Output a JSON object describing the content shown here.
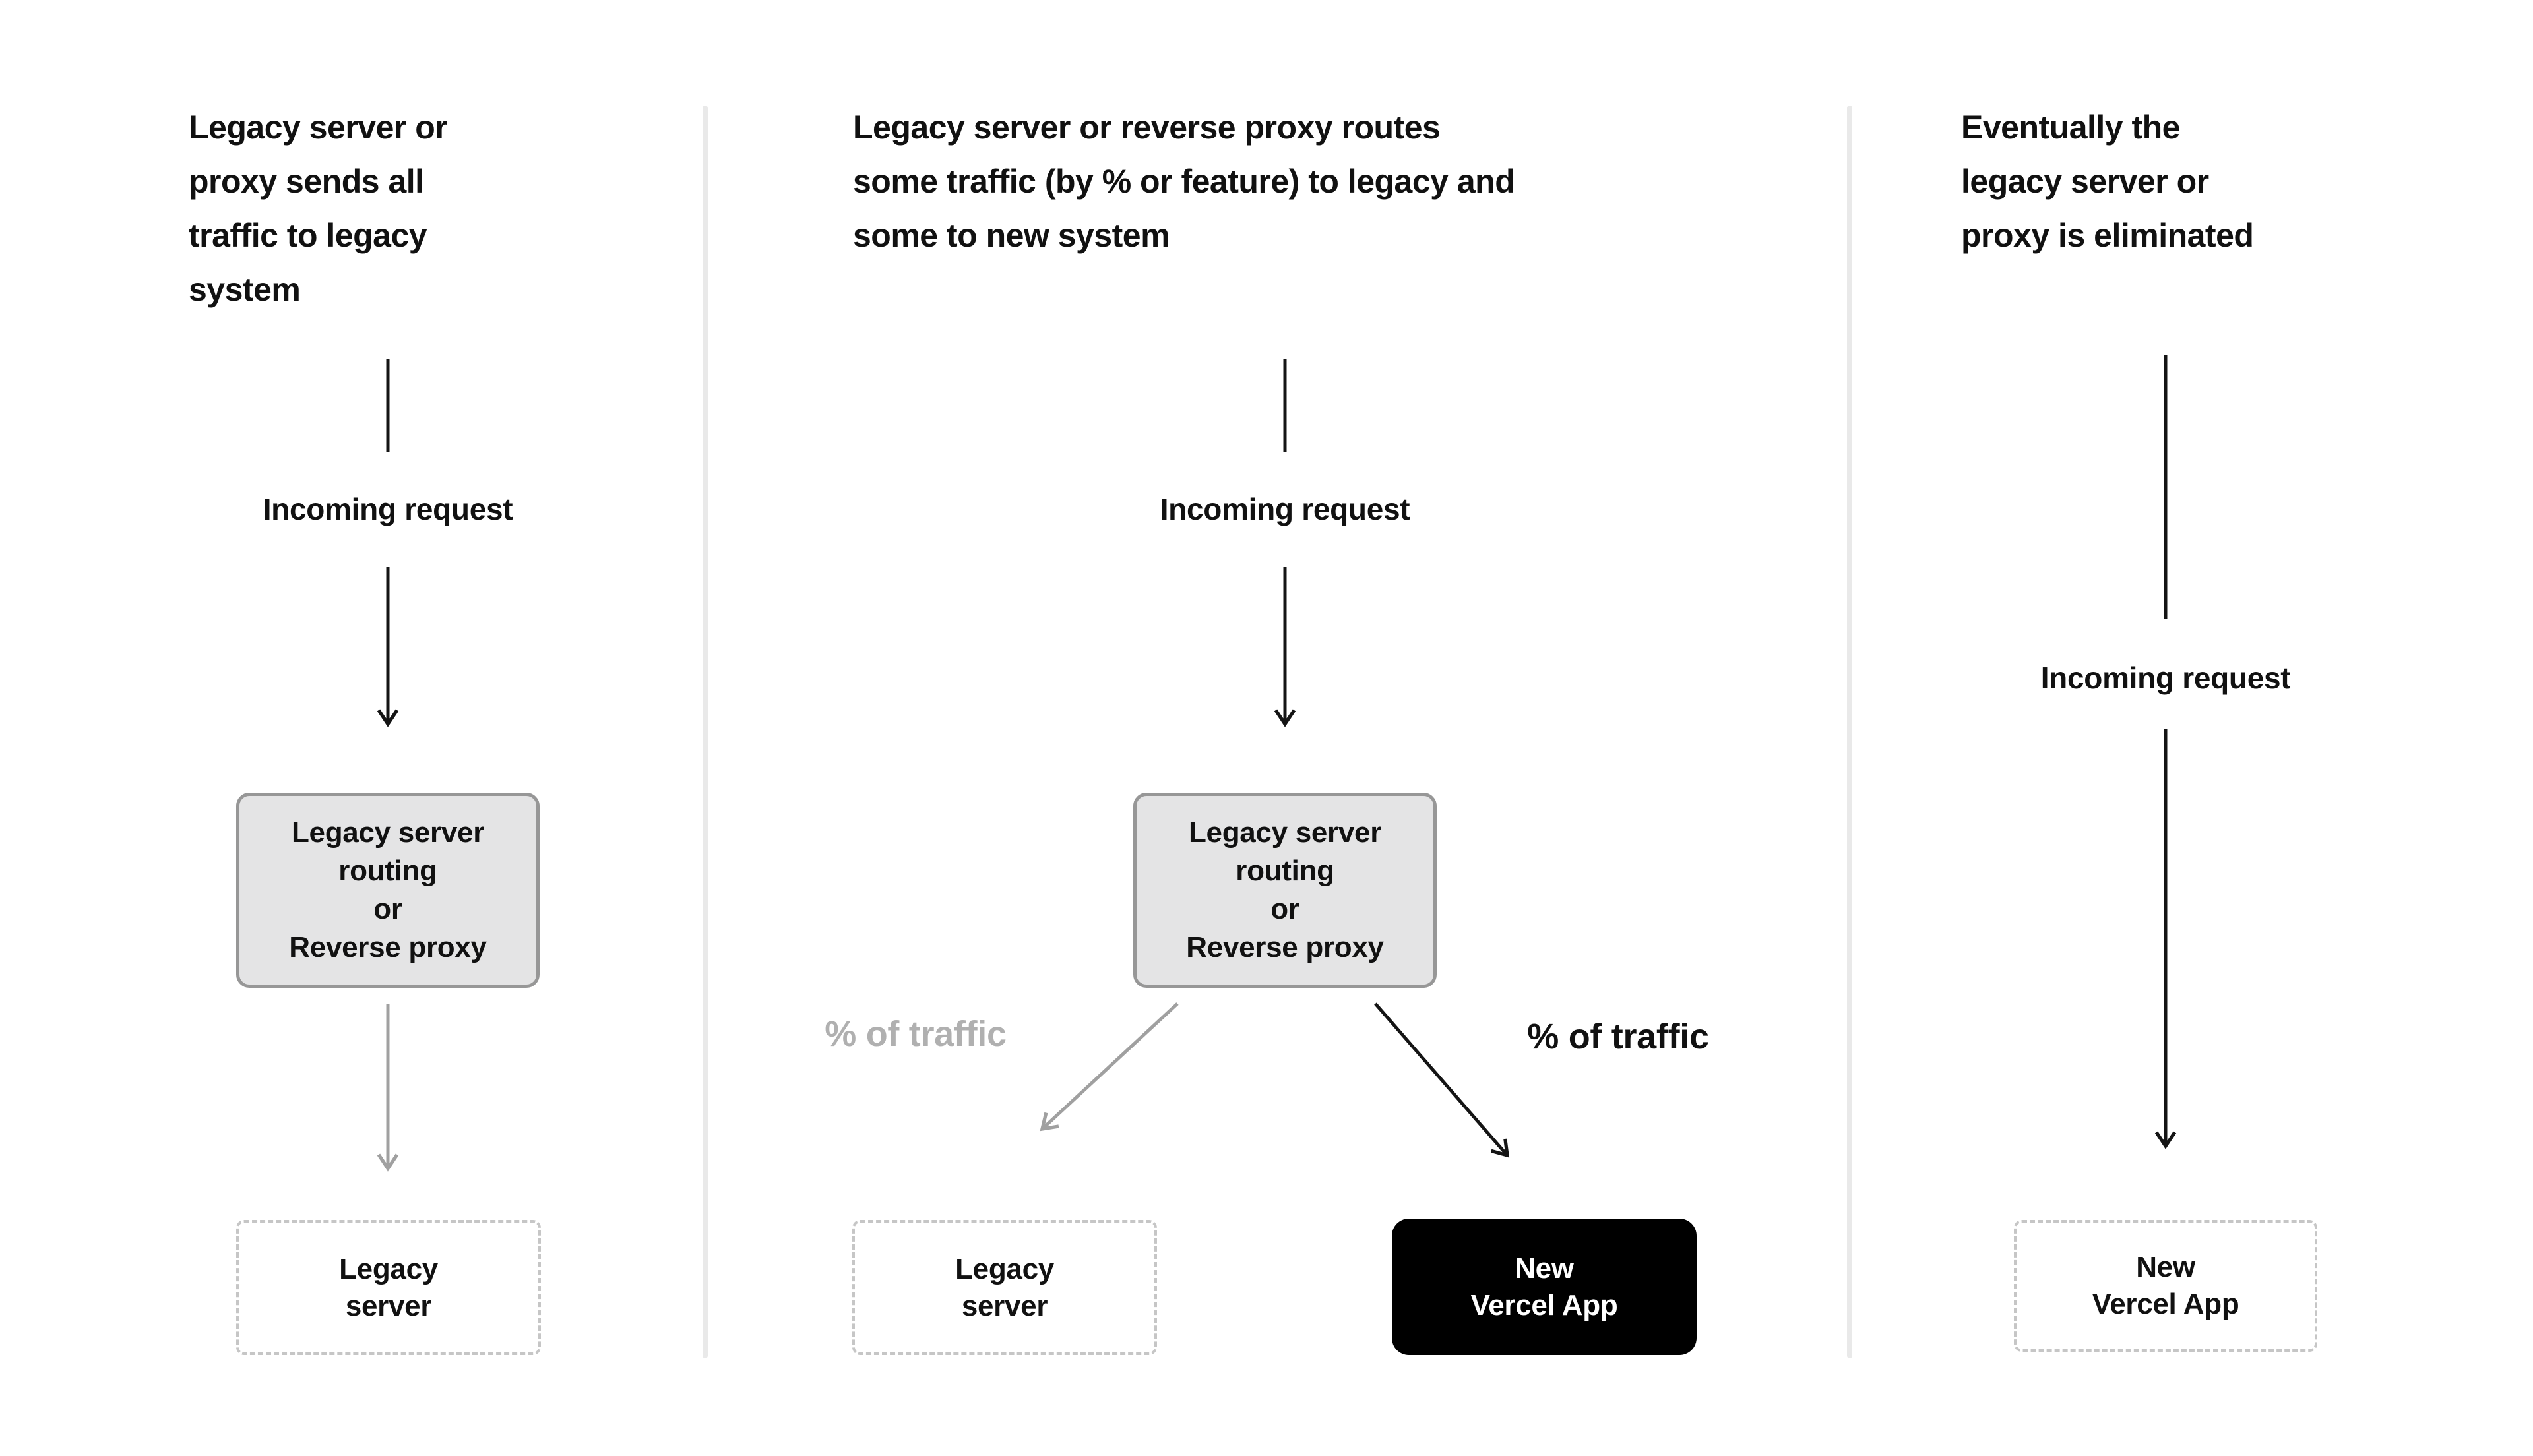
{
  "colors": {
    "text": "#111111",
    "router_box_fill": "#e4e4e5",
    "router_box_border": "#979797",
    "dashed_box_border": "#c6c6c6",
    "vercel_box_fill": "#000000",
    "vercel_box_text": "#ffffff",
    "gray_arrow": "#a0a0a0",
    "gray_label": "#b0b0b0",
    "divider": "#e9e9e9",
    "black_arrow": "#141414",
    "page_bg": "#ffffff"
  },
  "diagram": {
    "stages": [
      {
        "heading_lines": [
          "Legacy server or",
          "proxy sends all",
          "traffic to legacy",
          "system"
        ],
        "incoming_label": "Incoming request",
        "router_lines": [
          "Legacy server",
          "routing",
          "or",
          "Reverse proxy"
        ],
        "target_lines": [
          "Legacy",
          "server"
        ]
      },
      {
        "heading_lines": [
          "Legacy server or reverse proxy routes",
          "some traffic (by % or feature) to legacy and",
          "some to new system"
        ],
        "incoming_label": "Incoming request",
        "router_lines": [
          "Legacy server",
          "routing",
          "or",
          "Reverse proxy"
        ],
        "branch_left_label": "% of traffic",
        "branch_right_label": "% of traffic",
        "legacy_target_lines": [
          "Legacy",
          "server"
        ],
        "vercel_target_lines": [
          "New",
          "Vercel App"
        ]
      },
      {
        "heading_lines": [
          "Eventually the",
          "legacy server or",
          "proxy is eliminated"
        ],
        "incoming_label": "Incoming request",
        "target_lines": [
          "New",
          "Vercel App"
        ]
      }
    ]
  }
}
